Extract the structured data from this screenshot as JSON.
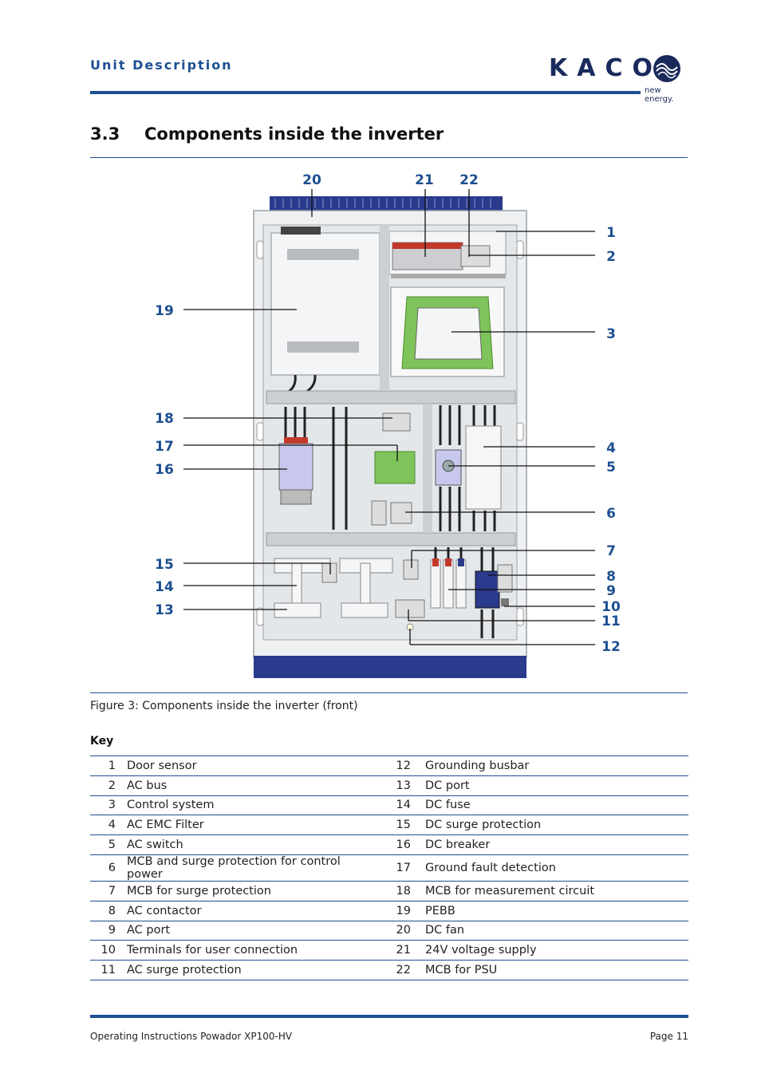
{
  "header": {
    "section_name": "Unit Description",
    "logo_text": "KACO",
    "logo_tagline": "new energy."
  },
  "section": {
    "number": "3.3",
    "title": "Components inside the inverter"
  },
  "figure": {
    "caption": "Figure 3:  Components inside the inverter (front)",
    "callouts_right": [
      "1",
      "2",
      "3",
      "4",
      "5",
      "6",
      "7",
      "8",
      "9",
      "10",
      "11",
      "12"
    ],
    "callouts_left": [
      "19",
      "18",
      "17",
      "16",
      "15",
      "14",
      "13"
    ],
    "callouts_top": [
      "20",
      "21",
      "22"
    ]
  },
  "key": {
    "title": "Key",
    "rows": [
      {
        "n1": "1",
        "d1": "Door sensor",
        "n2": "12",
        "d2": "Grounding busbar"
      },
      {
        "n1": "2",
        "d1": "AC bus",
        "n2": "13",
        "d2": "DC port"
      },
      {
        "n1": "3",
        "d1": "Control system",
        "n2": "14",
        "d2": "DC fuse"
      },
      {
        "n1": "4",
        "d1": "AC EMC Filter",
        "n2": "15",
        "d2": "DC surge protection"
      },
      {
        "n1": "5",
        "d1": "AC switch",
        "n2": "16",
        "d2": "DC breaker"
      },
      {
        "n1": "6",
        "d1": "MCB and surge protection for control power",
        "n2": "17",
        "d2": "Ground fault detection"
      },
      {
        "n1": "7",
        "d1": "MCB for surge protection",
        "n2": "18",
        "d2": "MCB for measurement circuit"
      },
      {
        "n1": "8",
        "d1": "AC contactor",
        "n2": "19",
        "d2": "PEBB"
      },
      {
        "n1": "9",
        "d1": "AC port",
        "n2": "20",
        "d2": "DC fan"
      },
      {
        "n1": "10",
        "d1": "Terminals for user connection",
        "n2": "21",
        "d2": "24V voltage supply"
      },
      {
        "n1": "11",
        "d1": "AC surge protection",
        "n2": "22",
        "d2": "MCB for PSU"
      }
    ]
  },
  "footer": {
    "left": "Operating Instructions Powador XP100-HV",
    "right": "Page 11"
  }
}
